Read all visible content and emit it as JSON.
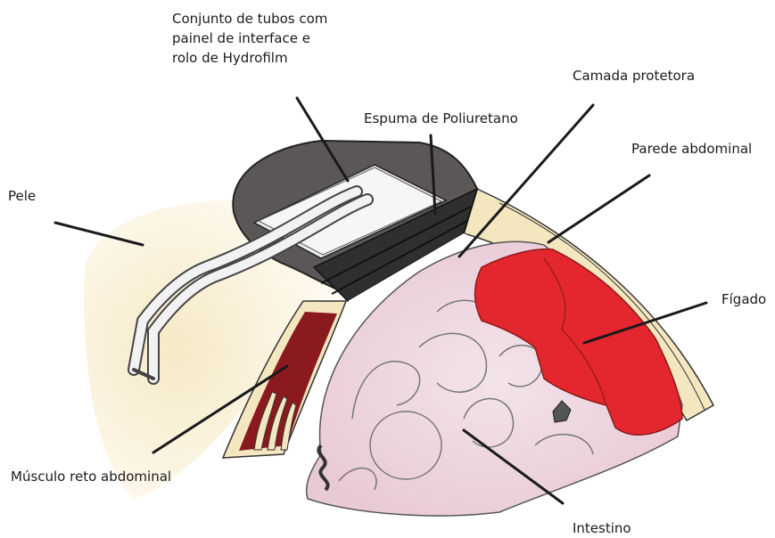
{
  "labels": {
    "tubing": "Conjunto de tubos com\npainel de interface e\nrolo de Hydrofilm",
    "protective_layer": "Camada protetora",
    "foam": "Espuma de Poliuretano",
    "abdominal_wall": "Parede abdominal",
    "skin": "Pele",
    "liver": "Fígado",
    "rectus_muscle": "Músculo reto abdominal",
    "intestine": "Intestino"
  },
  "colors": {
    "dressing_dark": "#5b5757",
    "foam_layers": "#2f2f2f",
    "abdominal_wall": "#f4e6bf",
    "skin": "#f7edd0",
    "liver": "#e4262e",
    "intestine": "#efd8e2",
    "muscle": "#8b1a1e",
    "leader_lines": "#1a1a1a"
  }
}
